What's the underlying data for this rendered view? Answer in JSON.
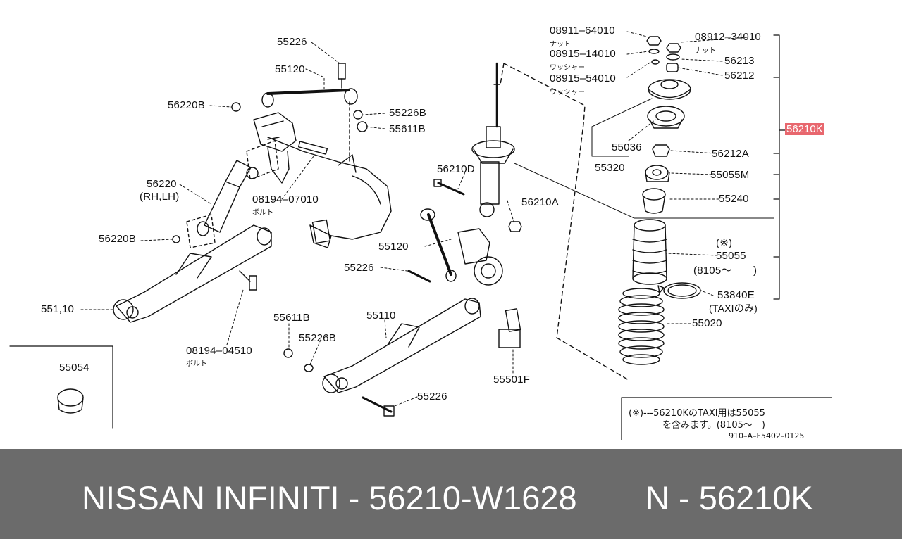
{
  "colors": {
    "line": "#111111",
    "highlight_bg": "#e8676e",
    "highlight_text": "#ffffff",
    "footer_bg": "#6b6b6b",
    "footer_text": "#ffffff"
  },
  "diagram": {
    "parts": {
      "p08911": "08911–64010",
      "p08912": "08912–34010",
      "nut_a": "ナット",
      "nut_b": "ナット",
      "p08915a": "08915–14010",
      "washer_a": "ワッシャー",
      "p08915b": "08915–54010",
      "washer_b": "ワッシャー",
      "p56213": "56213",
      "p56212": "56212",
      "p56210k": "56210K",
      "p55036": "55036",
      "p55320": "55320",
      "p56212a": "56212A",
      "p55055m": "55055M",
      "p55240": "55240",
      "p55055_mark": "(※)",
      "p55055": "55055",
      "p55055_note": "(8105～　　)",
      "p53840e": "53840E",
      "p53840e_note": "(TAXIのみ)",
      "p55020": "55020",
      "p55226_top": "55226",
      "p55120_top": "55120",
      "p56220b_top": "56220B",
      "p55226b_top": "55226B",
      "p55611b_top": "55611B",
      "p56220": "56220",
      "p56220_side": "(RH,LH)",
      "p08194_07010": "08194–07010",
      "bolt_a": "ボルト",
      "p56220b_low": "56220B",
      "p56210d": "56210D",
      "p56210a": "56210A",
      "p55120_mid": "55120",
      "p55226_mid": "55226",
      "p55110_left": "551,10",
      "p08194_04510": "08194–04510",
      "bolt_b": "ボルト",
      "p55611b_low": "55611B",
      "p55226b_low": "55226B",
      "p55110_mid": "55110",
      "p55501f": "55501F",
      "p55226_low": "55226",
      "p55054": "55054"
    },
    "note": {
      "line1": "(※)---56210KのTAXI用は55055",
      "line2": "を含みます。(8105～　)",
      "ref": "910–A–F5402–0125"
    }
  },
  "footer": {
    "left_text": "NISSAN INFINITI - 56210-W1628",
    "right_text": "N - 56210K"
  }
}
